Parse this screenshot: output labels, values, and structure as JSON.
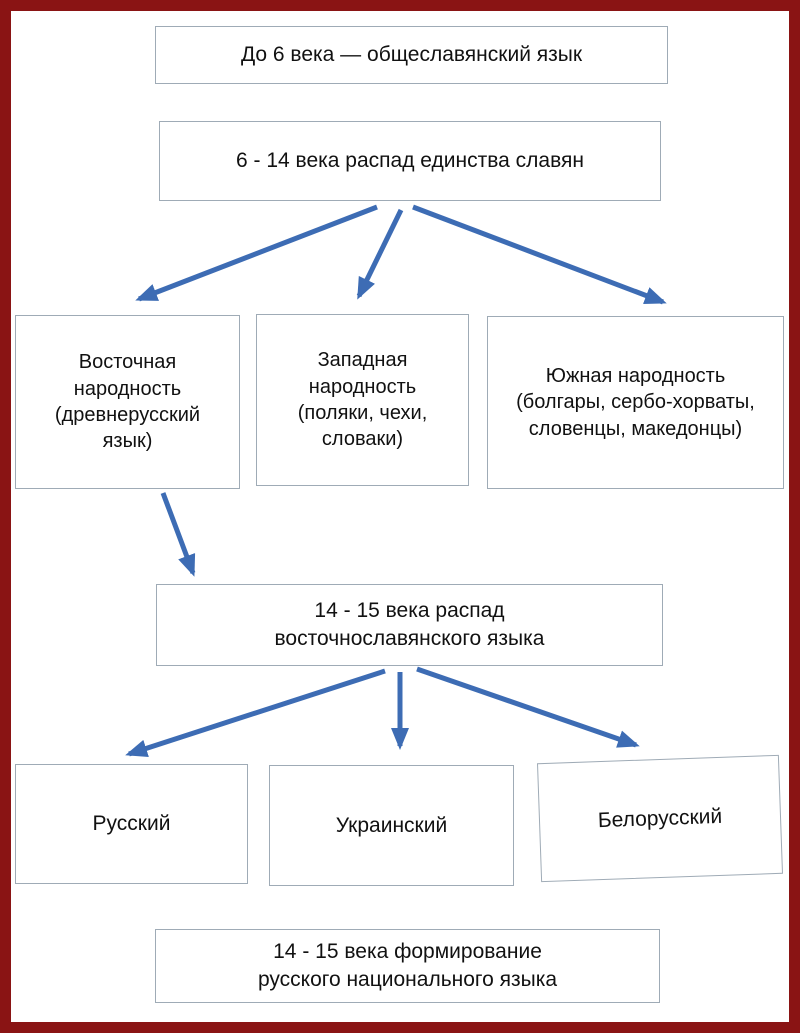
{
  "diagram": {
    "kind": "flowchart",
    "frame_color": "#8a1414",
    "arrow_color": "#3d6cb4",
    "box_border_color": "#9fabb6",
    "nodes": {
      "common_slavic": "До 6 века — общеславянский язык",
      "slavic_split": "6 - 14 века распад единства славян",
      "eastern": "Восточная\nнародность\n(древнерусский\nязык)",
      "western": "Западная\nнародность\n(поляки, чехи,\nсловаки)",
      "southern": "Южная народность\n(болгары, сербо-хорваты,\nсловенцы, македонцы)",
      "east_slavic_split": "14 - 15 века распад\nвосточнославянского языка",
      "russian": "Русский",
      "ukrainian": "Украинский",
      "belarusian": "Белорусский",
      "national_language": "14 - 15 века формирование\nрусского национального языка"
    }
  }
}
